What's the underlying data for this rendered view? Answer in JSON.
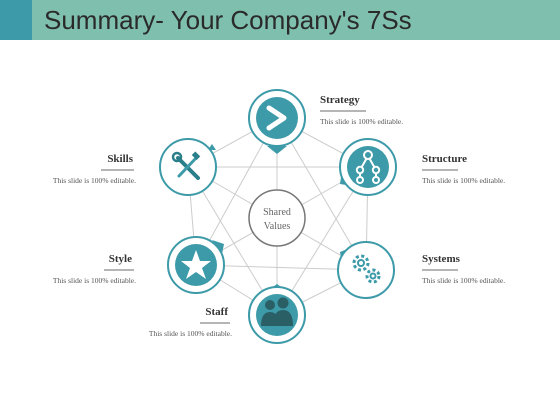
{
  "title": "Summary- Your Company's 7Ss",
  "center": {
    "line1": "Shared",
    "line2": "Values"
  },
  "elements": [
    {
      "name": "Strategy",
      "description": "This slide is 100% editable.",
      "icon": "chevron-right-icon"
    },
    {
      "name": "Structure",
      "description": "This slide is 100% editable.",
      "icon": "org-chart-icon"
    },
    {
      "name": "Systems",
      "description": "This slide is 100% editable.",
      "icon": "gears-icon"
    },
    {
      "name": "Staff",
      "description": "This slide is 100% editable.",
      "icon": "people-icon"
    },
    {
      "name": "Style",
      "description": "This slide is 100% editable.",
      "icon": "star-icon"
    },
    {
      "name": "Skills",
      "description": "This slide is 100% editable.",
      "icon": "tools-icon"
    }
  ],
  "colors": {
    "accent": "#3d9aa8",
    "title_bar": "#7fbfae",
    "lines": "#cccccc"
  }
}
